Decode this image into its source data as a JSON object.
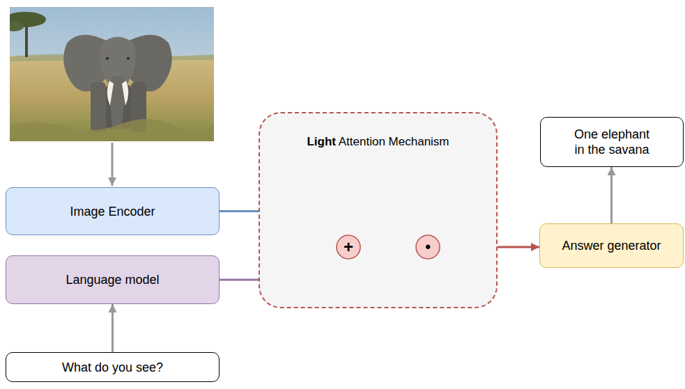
{
  "diagram": {
    "nodes": [
      {
        "text": [
          "One elephant in the savana"
        ]
      },
      {
        "text": [
          "Light Attention Mechanism"
        ]
      },
      {
        "text": [
          "Image Encoder"
        ]
      },
      {
        "text": [
          "+"
        ],
        "in": 1
      },
      {
        "text": [
          "•"
        ],
        "in": 1
      },
      {
        "text": [
          "Answer generator"
        ]
      },
      {
        "text": [
          "Language model"
        ]
      },
      {
        "text": [
          "What do you see?"
        ]
      }
    ],
    "edges": [
      {
        "from": 7,
        "to": 6,
        "arrow": "to"
      },
      {
        "from": 2,
        "to": 3,
        "arrow": "to"
      },
      {
        "from": 2,
        "to": 4,
        "arrow": "to"
      },
      {
        "from": 6,
        "to": 3,
        "arrow": "to"
      },
      {
        "from": 3,
        "to": 4,
        "arrow": "to"
      },
      {
        "from": 4,
        "to": 5,
        "arrow": "to"
      },
      {
        "from": 5,
        "to": 0,
        "arrow": "to"
      }
    ]
  }
}
